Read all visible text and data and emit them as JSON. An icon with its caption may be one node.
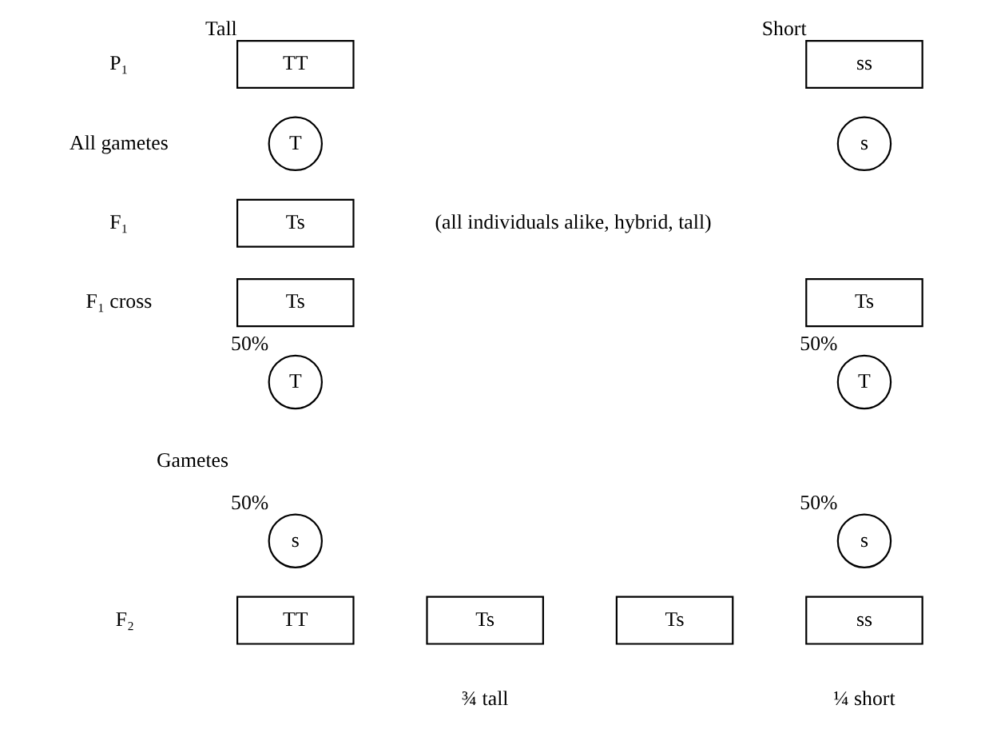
{
  "diagram": {
    "nodes": [
      {
        "text": [
          "TT"
        ],
        "beside": [
          "Tall"
        ]
      },
      {
        "text": [
          "ss"
        ],
        "beside": [
          "Short"
        ]
      },
      {
        "text": [
          "T"
        ]
      },
      {
        "text": [
          "s"
        ]
      },
      {
        "text": [
          "Ts"
        ]
      },
      {
        "text": [
          "Ts"
        ]
      },
      {
        "text": [
          "Ts"
        ]
      },
      {
        "text": [
          "T"
        ],
        "beside": [
          "50%"
        ]
      },
      {
        "text": [
          "T"
        ],
        "beside": [
          "50%"
        ]
      },
      {
        "text": [
          "s"
        ],
        "beside": [
          "50%"
        ]
      },
      {
        "text": [
          "s"
        ],
        "beside": [
          "50%"
        ]
      },
      {
        "text": [
          "TT"
        ]
      },
      {
        "text": [
          "Ts"
        ]
      },
      {
        "text": [
          "Ts"
        ]
      },
      {
        "text": [
          "ss"
        ]
      }
    ],
    "labels": [
      "P₁",
      "All gametes",
      "F₁",
      "(all individuals alike, hybrid, tall)",
      "F₁ cross",
      "Gametes",
      "F₂",
      "¾ tall",
      "¼ short"
    ]
  }
}
